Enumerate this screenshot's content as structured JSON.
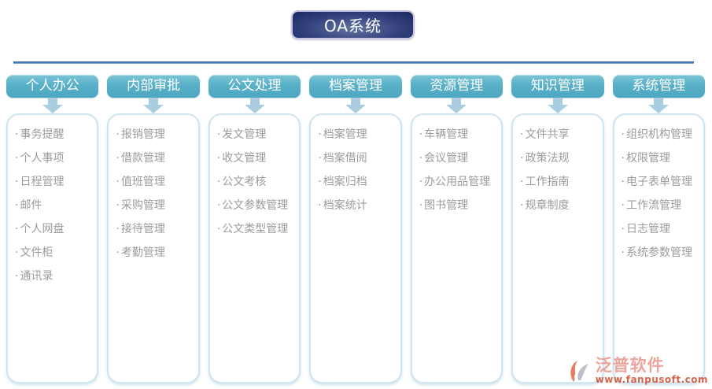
{
  "title": "OA系统",
  "columns": [
    {
      "header": "个人办公",
      "items": [
        "事务提醒",
        "个人事项",
        "日程管理",
        "邮件",
        "个人网盘",
        "文件柜",
        "通讯录"
      ]
    },
    {
      "header": "内部审批",
      "items": [
        "报销管理",
        "借款管理",
        "值班管理",
        "采购管理",
        "接待管理",
        "考勤管理"
      ]
    },
    {
      "header": "公文处理",
      "items": [
        "发文管理",
        "收文管理",
        "公文考核",
        "公文参数管理",
        "公文类型管理"
      ]
    },
    {
      "header": "档案管理",
      "items": [
        "档案管理",
        "档案借阅",
        "档案归档",
        "档案统计"
      ]
    },
    {
      "header": "资源管理",
      "items": [
        "车辆管理",
        "会议管理",
        "办公用品管理",
        "图书管理"
      ]
    },
    {
      "header": "知识管理",
      "items": [
        "文件共享",
        "政策法规",
        "工作指南",
        "规章制度"
      ]
    },
    {
      "header": "系统管理",
      "items": [
        "组织机构管理",
        "权限管理",
        "电子表单管理",
        "工作流管理",
        "日志管理",
        "系统参数管理"
      ]
    }
  ],
  "watermark": {
    "brand": "泛普软件",
    "url": "www.fanpusoft.com"
  },
  "colors": {
    "title_bg": "#2a3a7a",
    "title_border": "#c9c3df",
    "header_teal": "#58b0c8",
    "divider_blue": "#3a69a8",
    "box_border": "#cfe5ef",
    "item_text": "#9b9b9b",
    "arrow": "#aacde0",
    "brand_salmon": "#e7968c",
    "brand_orange": "#cf4b2c"
  }
}
